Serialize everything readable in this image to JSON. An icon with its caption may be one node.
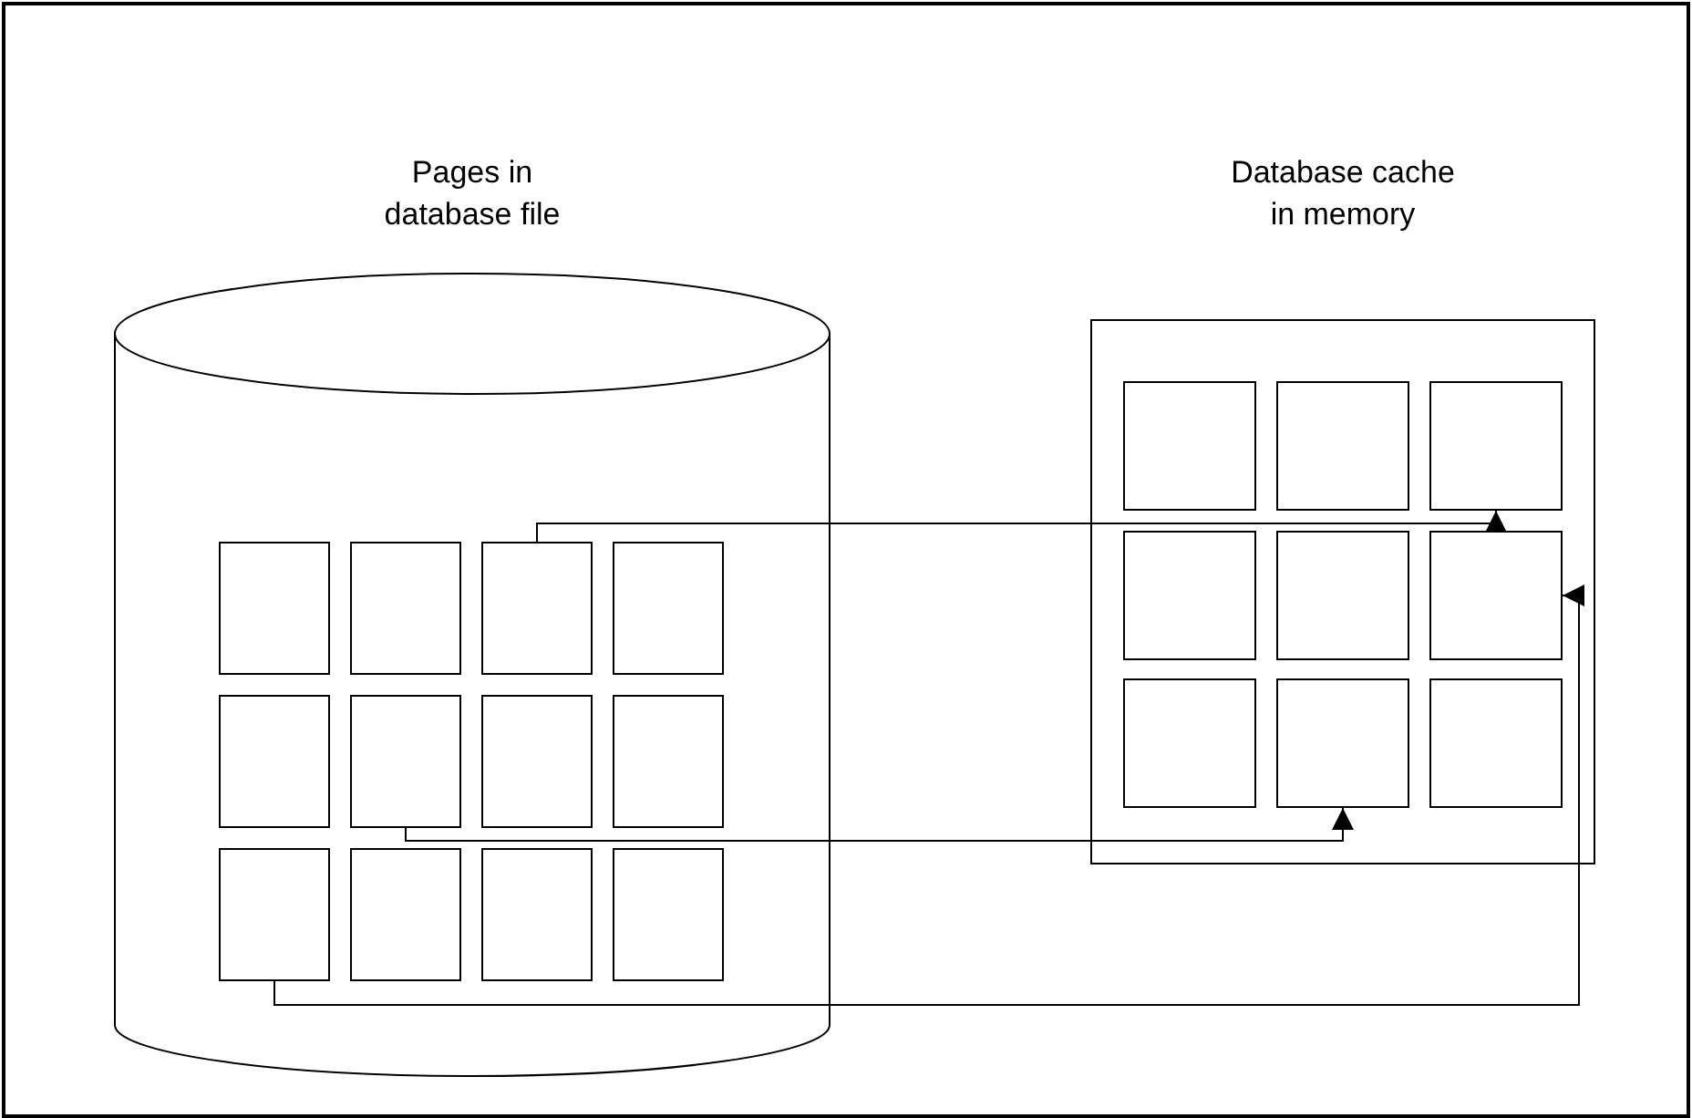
{
  "diagram": {
    "nodes": [
      {
        "text": [
          "Pages in database file"
        ]
      },
      {
        "text": [],
        "shape": "box",
        "in": 0
      },
      {
        "text": [],
        "shape": "box",
        "in": 0
      },
      {
        "text": [],
        "shape": "box",
        "in": 0
      },
      {
        "text": [],
        "shape": "box",
        "in": 0
      },
      {
        "text": [],
        "shape": "box",
        "in": 0
      },
      {
        "text": [],
        "shape": "box",
        "in": 0
      },
      {
        "text": [],
        "shape": "box",
        "in": 0
      },
      {
        "text": [],
        "shape": "box",
        "in": 0
      },
      {
        "text": [],
        "shape": "box",
        "in": 0
      },
      {
        "text": [],
        "shape": "box",
        "in": 0
      },
      {
        "text": [],
        "shape": "box",
        "in": 0
      },
      {
        "text": [],
        "shape": "box",
        "in": 0
      },
      {
        "text": [
          "Database cache in memory"
        ]
      },
      {
        "text": [],
        "shape": "box",
        "in": 13
      },
      {
        "text": [],
        "shape": "box",
        "in": 13
      },
      {
        "text": [],
        "shape": "box",
        "in": 13
      },
      {
        "text": [],
        "shape": "box",
        "in": 13
      },
      {
        "text": [],
        "shape": "box",
        "in": 13
      },
      {
        "text": [],
        "shape": "box",
        "in": 13
      },
      {
        "text": [],
        "shape": "box",
        "in": 13
      },
      {
        "text": [],
        "shape": "box",
        "in": 13
      },
      {
        "text": [],
        "shape": "box",
        "in": 13
      }
    ],
    "edges": [
      {
        "from": 3,
        "to": 16,
        "arrow": "to"
      },
      {
        "from": 6,
        "to": 21,
        "arrow": "to"
      },
      {
        "from": 9,
        "to": 19,
        "arrow": "to"
      }
    ]
  }
}
